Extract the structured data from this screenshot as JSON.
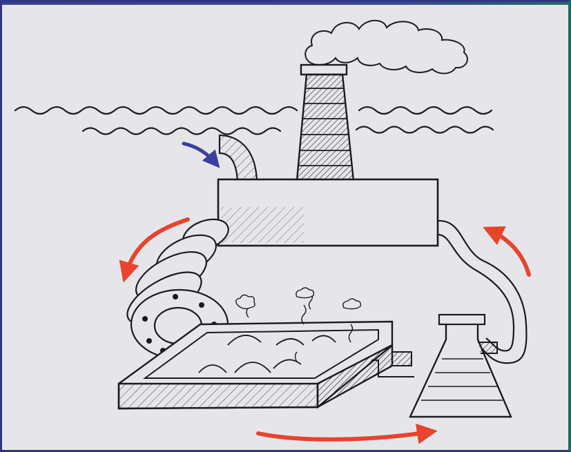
{
  "diagram": {
    "colors": {
      "background": "#e6e6ea",
      "ink": "#1a1a1a",
      "water_arrow": "#3a3fa0",
      "flow_arrow": "#e8432c",
      "frame": "#2e3585"
    },
    "components": [
      "water-surface-waves",
      "intake-pipe",
      "smokestack",
      "smoke-cloud",
      "furnace-block",
      "coiled-hose",
      "open-tank",
      "flask",
      "return-hose"
    ],
    "arrows": [
      {
        "name": "water-inflow-arrow",
        "color": "blue"
      },
      {
        "name": "coil-flow-arrow",
        "color": "red"
      },
      {
        "name": "bottom-flow-arrow",
        "color": "red"
      },
      {
        "name": "return-flow-arrow",
        "color": "red"
      }
    ]
  }
}
